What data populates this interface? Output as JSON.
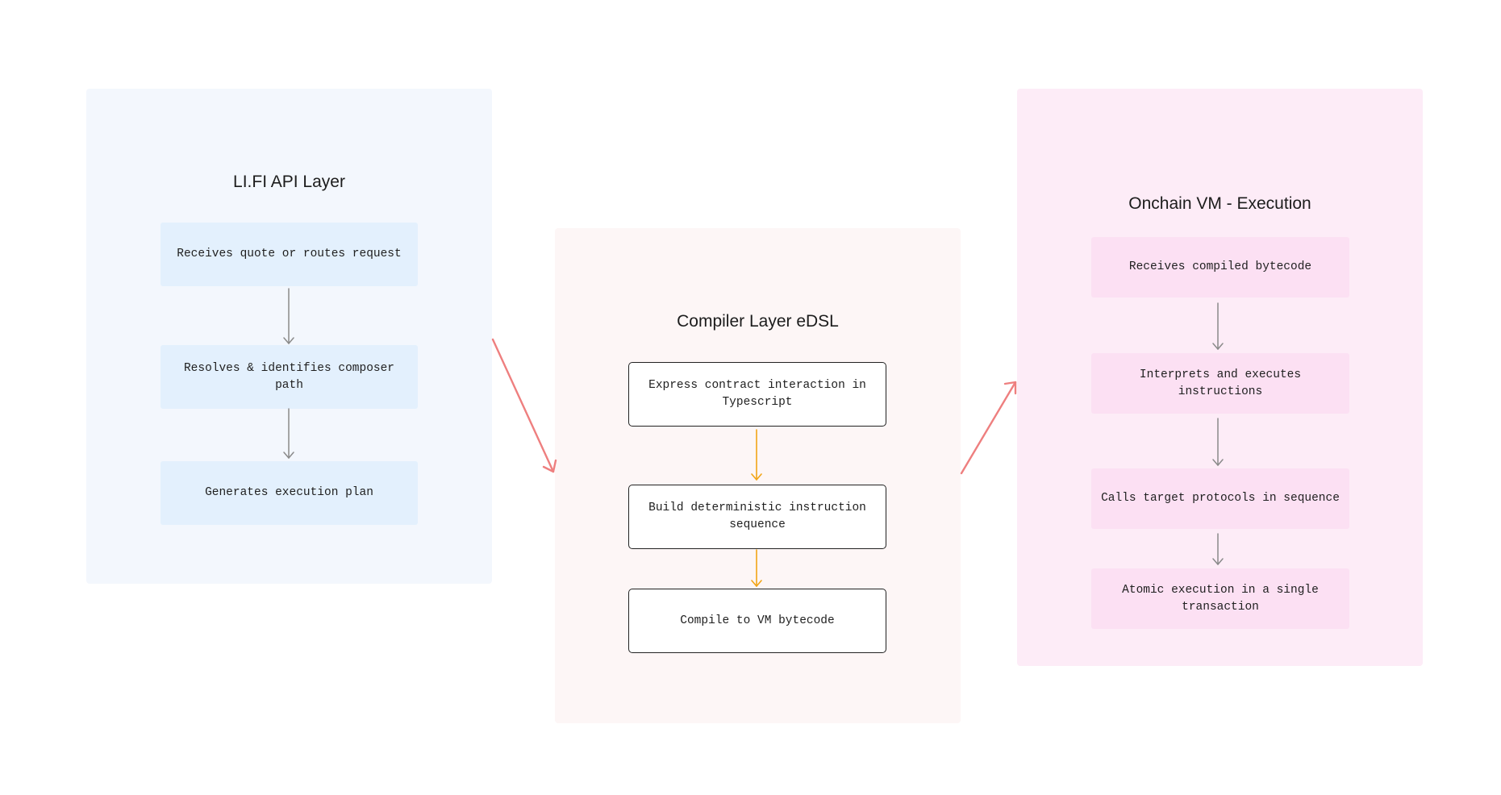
{
  "api_layer": {
    "title": "LI.FI API Layer",
    "steps": [
      "Receives quote or routes request",
      "Resolves & identifies composer path",
      "Generates execution plan"
    ]
  },
  "compiler_layer": {
    "title": "Compiler Layer eDSL",
    "steps": [
      "Express contract interaction in Typescript",
      "Build deterministic instruction sequence",
      "Compile to VM bytecode"
    ]
  },
  "vm_layer": {
    "title": "Onchain VM - Execution",
    "steps": [
      "Receives compiled bytecode",
      "Interprets and executes instructions",
      "Calls target protocols in sequence",
      "Atomic execution in a single transaction"
    ]
  },
  "colors": {
    "api_panel": "#f3f7fd",
    "api_step": "#e3f0fd",
    "compiler_panel": "#fdf6f6",
    "vm_panel": "#fdecf7",
    "vm_step": "#fce0f3",
    "cross_layer_arrow": "#ee7f7f",
    "compiler_arrow": "#f2a516",
    "step_arrow": "#8a8a8a"
  }
}
